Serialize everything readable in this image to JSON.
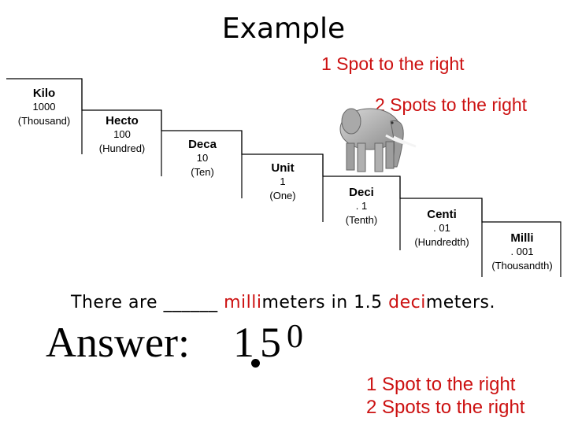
{
  "title": "Example",
  "notes": {
    "one_spot": "1 Spot to the right",
    "two_spots": "2 Spots to the right"
  },
  "units": [
    {
      "name": "Kilo",
      "value": "1000",
      "desc": "(Thousand)"
    },
    {
      "name": "Hecto",
      "value": "100",
      "desc": "(Hundred)"
    },
    {
      "name": "Deca",
      "value": "10",
      "desc": "(Ten)"
    },
    {
      "name": "Unit",
      "value": "1",
      "desc": "(One)"
    },
    {
      "name": "Deci",
      "value": ". 1",
      "desc": "(Tenth)"
    },
    {
      "name": "Centi",
      "value": ". 01",
      "desc": "(Hundredth)"
    },
    {
      "name": "Milli",
      "value": ". 001",
      "desc": "(Thousandth)"
    }
  ],
  "question": {
    "before": "There are ______ ",
    "prefix1": "milli",
    "middle": "meters in 1.5 ",
    "prefix2": "deci",
    "after": "meters."
  },
  "answer": {
    "label": "Answer:",
    "digit1": "1",
    "digit2": "5",
    "digit3": "0"
  },
  "bottom_notes": [
    "1 Spot to the right",
    "2 Spots to the right"
  ],
  "colors": {
    "accent_red": "#cc1111"
  },
  "icons": {
    "elephant": "elephant-image"
  }
}
